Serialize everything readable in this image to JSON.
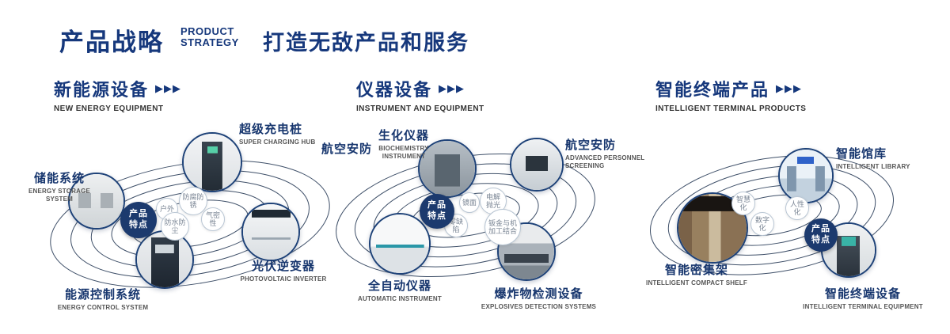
{
  "header": {
    "title": "产品战略",
    "subtitle_line1": "PRODUCT",
    "subtitle_line2": "STRATEGY",
    "slogan": "打造无敌产品和服务"
  },
  "colors": {
    "primary": "#16387c",
    "orbit": "#3e4f68",
    "chip_bg": "#1c3a6e"
  },
  "sections": [
    {
      "title": "新能源设备",
      "arrows": "▶▶▶",
      "subtitle": "NEW ENERGY EQUIPMENT",
      "center_label_line1": "产品",
      "center_label_line2": "特点",
      "features": [
        {
          "label": "户外"
        },
        {
          "label": "防腐防锈"
        },
        {
          "label": "气密性"
        },
        {
          "label": "防水防尘"
        }
      ],
      "products": [
        {
          "name": "储能系统",
          "en": "ENERGY STORAGE SYSTEM"
        },
        {
          "name": "超级充电桩",
          "en": "SUPER CHARGING HUB"
        },
        {
          "name": "光伏逆变器",
          "en": "PHOTOVOLTAIC INVERTER"
        },
        {
          "name": "能源控制系统",
          "en": "ENERGY CONTROL SYSTEM"
        }
      ]
    },
    {
      "title": "仪器设备",
      "arrows": "▶▶▶",
      "subtitle": "INSTRUMENT AND EQUIPMENT",
      "side_label": "航空安防",
      "center_label_line1": "产品",
      "center_label_line2": "特点",
      "features": [
        {
          "label": "镜面"
        },
        {
          "label": "电解抛光"
        },
        {
          "label": "零缺陷"
        },
        {
          "label": "钣金与机加工结合"
        }
      ],
      "products": [
        {
          "name": "生化仪器",
          "en": "BIOCHEMISTRY INSTRUMENT"
        },
        {
          "name": "航空安防",
          "en": "ADVANCED PERSONNEL SCREENING"
        },
        {
          "name": "全自动仪器",
          "en": "AUTOMATIC INSTRUMENT"
        },
        {
          "name": "爆炸物检测设备",
          "en": "EXPLOSIVES DETECTION SYSTEMS"
        }
      ]
    },
    {
      "title": "智能终端产品",
      "arrows": "▶▶▶",
      "subtitle": "INTELLIGENT TERMINAL PRODUCTS",
      "center_label_line1": "产品",
      "center_label_line2": "特点",
      "features": [
        {
          "label": "智慧化"
        },
        {
          "label": "人性化"
        },
        {
          "label": "数字化"
        }
      ],
      "products": [
        {
          "name": "智能馆库",
          "en": "INTELLIGENT LIBRARY"
        },
        {
          "name": "智能密集架",
          "en": "INTELLIGENT COMPACT SHELF"
        },
        {
          "name": "智能终端设备",
          "en": "INTELLIGENT TERMINAL EQUIPMENT"
        }
      ]
    }
  ]
}
